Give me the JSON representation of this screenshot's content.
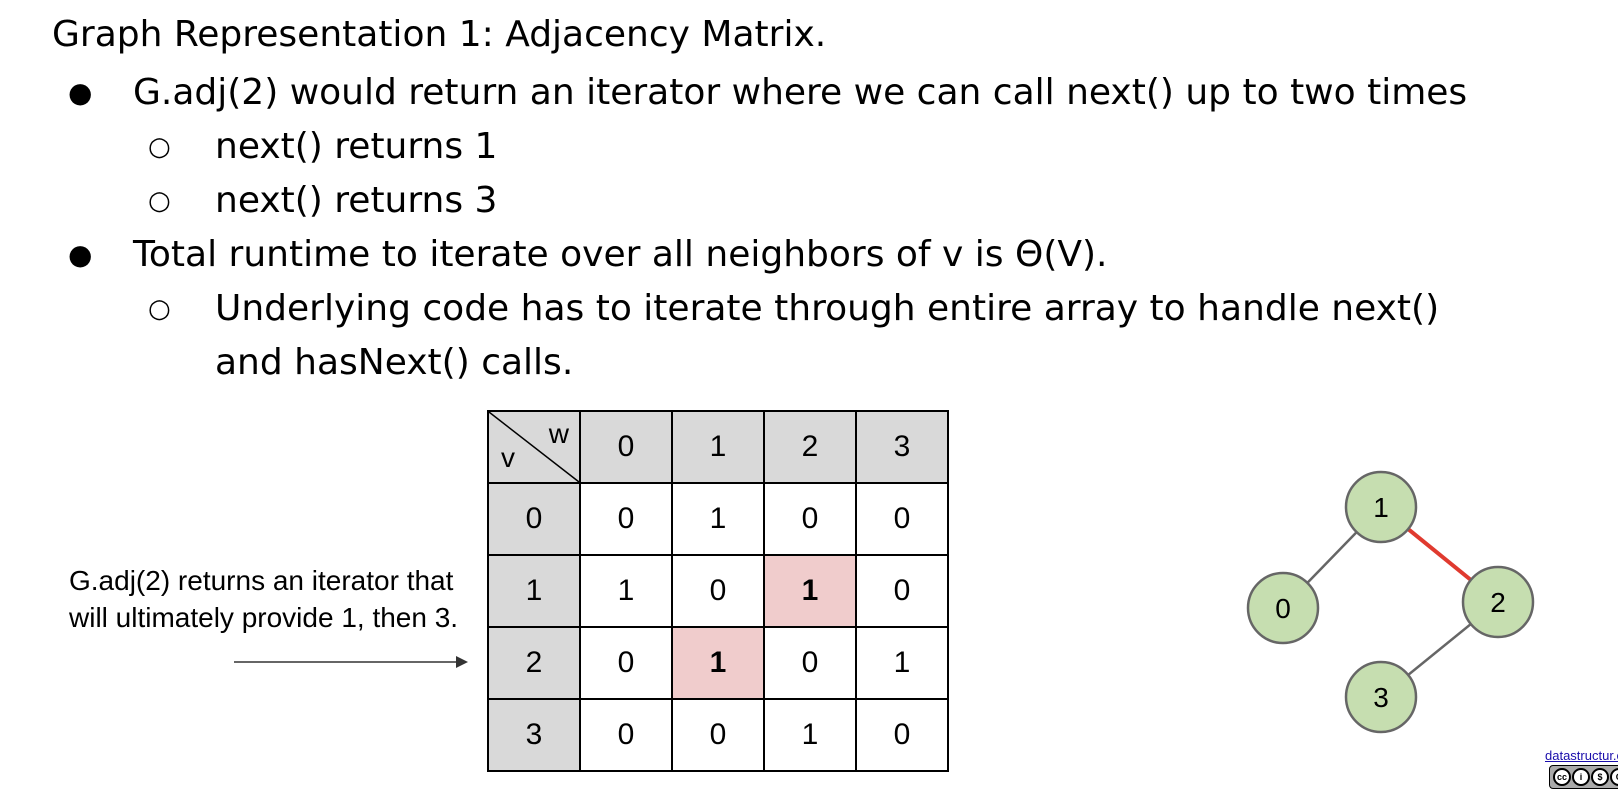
{
  "slide": {
    "title": "Graph Representation 1: Adjacency Matrix.",
    "bullets": [
      "G.adj(2) would return an iterator where we can call next() up to two times",
      "next() returns 1",
      "next() returns 3",
      "Total runtime to iterate over all neighbors of v is Θ(V).",
      "Underlying code has to iterate through entire array to handle next()",
      "and hasNext() calls."
    ],
    "bullet_symbols": {
      "level1": "●",
      "level2": "○"
    },
    "caption": "G.adj(2) returns an iterator that will ultimately provide 1, then 3.",
    "footer_link": "datastructur.es",
    "license_icons": [
      "cc-icon",
      "by-icon",
      "nc-icon",
      "sa-icon"
    ]
  },
  "matrix": {
    "col_axis_label": "w",
    "row_axis_label": "v",
    "col_headers": [
      "0",
      "1",
      "2",
      "3"
    ],
    "row_headers": [
      "0",
      "1",
      "2",
      "3"
    ],
    "rows": [
      [
        "0",
        "1",
        "0",
        "0"
      ],
      [
        "1",
        "0",
        "1",
        "0"
      ],
      [
        "0",
        "1",
        "0",
        "1"
      ],
      [
        "0",
        "0",
        "1",
        "0"
      ]
    ],
    "highlight_color": "#f0cccc",
    "header_color": "#d9d9d9"
  },
  "graph": {
    "nodes": [
      "1",
      "0",
      "2",
      "3"
    ],
    "edges": [
      [
        "1",
        "0"
      ],
      [
        "1",
        "2"
      ],
      [
        "2",
        "3"
      ]
    ],
    "highlighted_edge": [
      "1",
      "2"
    ],
    "node_fill": "#c6deb0",
    "node_stroke": "#666666",
    "edge_color": "#666666",
    "highlight_edge_color": "#e03a2f"
  }
}
